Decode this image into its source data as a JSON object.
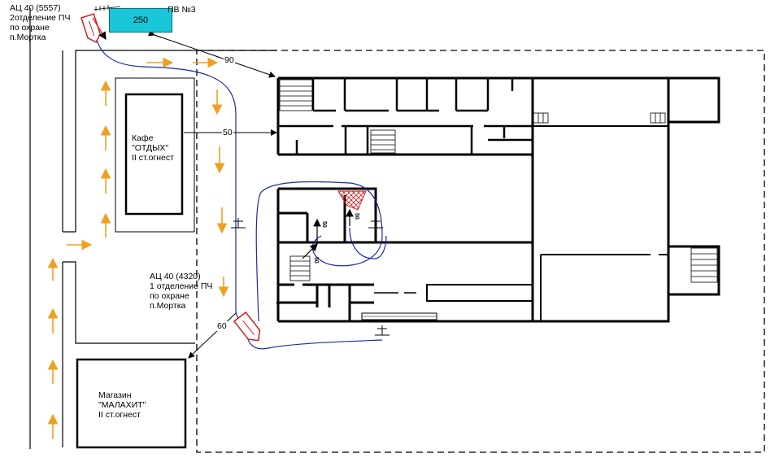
{
  "engine1": {
    "line1": "АЦ 40 (5557)",
    "line2": "2отделение ПЧ",
    "line3": "по охране",
    "line4": "п.Мортка"
  },
  "engine2": {
    "line1": "АЦ 40 (4320)",
    "line2": "1 отделение ПЧ",
    "line3": "по охране",
    "line4": "п.Мортка"
  },
  "hydrant": {
    "value": "250",
    "label": "ПВ №3"
  },
  "cafe": {
    "line1": "Кафе",
    "line2": "\"ОТДЫХ\"",
    "line3": "II ст.огнест"
  },
  "shop": {
    "line1": "Магазин",
    "line2": "\"МАЛАХИТ\"",
    "line3": "II ст.огнест"
  },
  "distances": {
    "d90": "90",
    "d50": "50",
    "d60": "60"
  },
  "nozzle_marks": {
    "m1": "50",
    "m2": "50",
    "m3": "50"
  },
  "colors": {
    "route_arrow": "#f0a020",
    "hose_line": "#1a2aa8",
    "hydrant_fill": "#19c7d9",
    "fire_hatch": "#d02020",
    "engine_outline": "#d02020"
  }
}
